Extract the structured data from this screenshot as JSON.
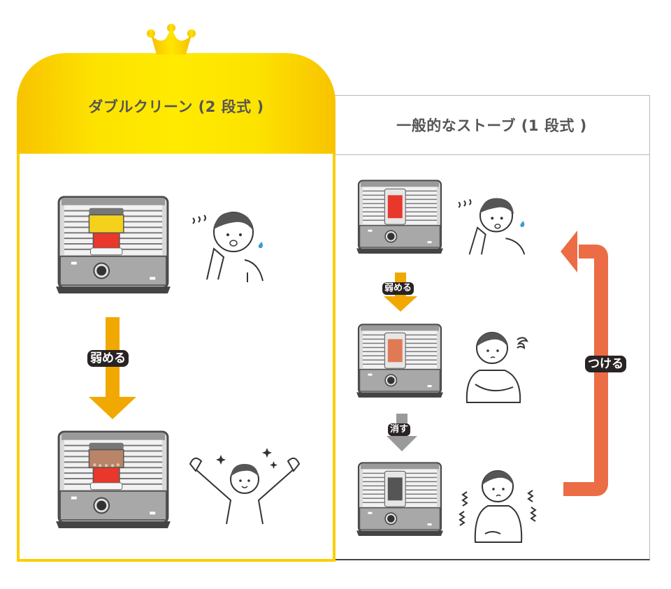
{
  "left_panel": {
    "title": "ダブルクリーン (2 段式 )",
    "badge_icon": "crown-icon",
    "accent_color": "#fde300",
    "steps": [
      {
        "heater_state": "high-yellow-red",
        "person_state": "hot-sweating"
      },
      {
        "heater_state": "low-brown-red",
        "person_state": "happy-cheering"
      }
    ],
    "arrow": {
      "label": "弱める",
      "color": "#f1a800"
    }
  },
  "right_panel": {
    "title": "一般的なストーブ (1 段式 )",
    "steps": [
      {
        "heater_state": "high-red",
        "person_state": "hot-sweating"
      },
      {
        "heater_state": "low-orange",
        "person_state": "uneasy-arms-crossed"
      },
      {
        "heater_state": "off",
        "person_state": "cold-shivering"
      }
    ],
    "arrows": [
      {
        "label": "弱める",
        "color": "#f1a800"
      },
      {
        "label": "消す",
        "color": "#9a9a9a"
      }
    ],
    "loop_arrow": {
      "label": "つける",
      "color": "#ec6c45"
    }
  }
}
